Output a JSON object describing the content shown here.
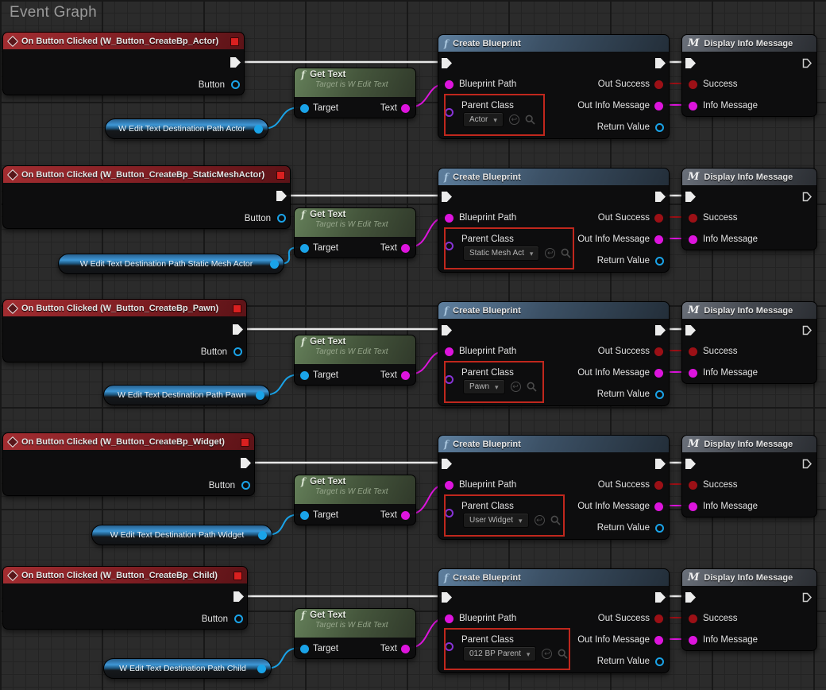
{
  "title": "Event Graph",
  "colors": {
    "exec_wire": "#e8e8e8",
    "object_pin": "#1aa3e8",
    "text_pin": "#dd14dd",
    "bool_pin": "#9c1016",
    "class_pin": "#8733d6",
    "annotation_red": "#c0271d",
    "event_header": "#8e2428",
    "function_header": "#3c5166",
    "macro_header": "#43474e",
    "pure_function_header": "#45563c"
  },
  "shared": {
    "event": {
      "button_pin": "Button"
    },
    "get_text": {
      "title": "Get Text",
      "subtitle": "Target is W Edit Text",
      "target_pin": "Target",
      "text_pin": "Text"
    },
    "create_blueprint": {
      "title": "Create Blueprint",
      "blueprint_path_pin": "Blueprint Path",
      "parent_class_pin": "Parent Class",
      "out_success_pin": "Out Success",
      "out_info_message_pin": "Out Info Message",
      "return_value_pin": "Return Value"
    },
    "display_info": {
      "title": "Display Info Message",
      "success_pin": "Success",
      "info_message_pin": "Info Message"
    }
  },
  "rows": [
    {
      "event_title": "On Button Clicked (W_Button_CreateBp_Actor)",
      "variable": "W Edit Text Destination Path Actor",
      "parent_class_value": "Actor"
    },
    {
      "event_title": "On Button Clicked (W_Button_CreateBp_StaticMeshActor)",
      "variable": "W Edit Text Destination Path Static Mesh Actor",
      "parent_class_value": "Static Mesh Act"
    },
    {
      "event_title": "On Button Clicked (W_Button_CreateBp_Pawn)",
      "variable": "W Edit Text Destination Path Pawn",
      "parent_class_value": "Pawn"
    },
    {
      "event_title": "On Button Clicked (W_Button_CreateBp_Widget)",
      "variable": "W Edit Text Destination Path Widget",
      "parent_class_value": "User Widget"
    },
    {
      "event_title": "On Button Clicked (W_Button_CreateBp_Child)",
      "variable": "W Edit Text Destination Path Child",
      "parent_class_value": "012 BP Parent"
    }
  ]
}
